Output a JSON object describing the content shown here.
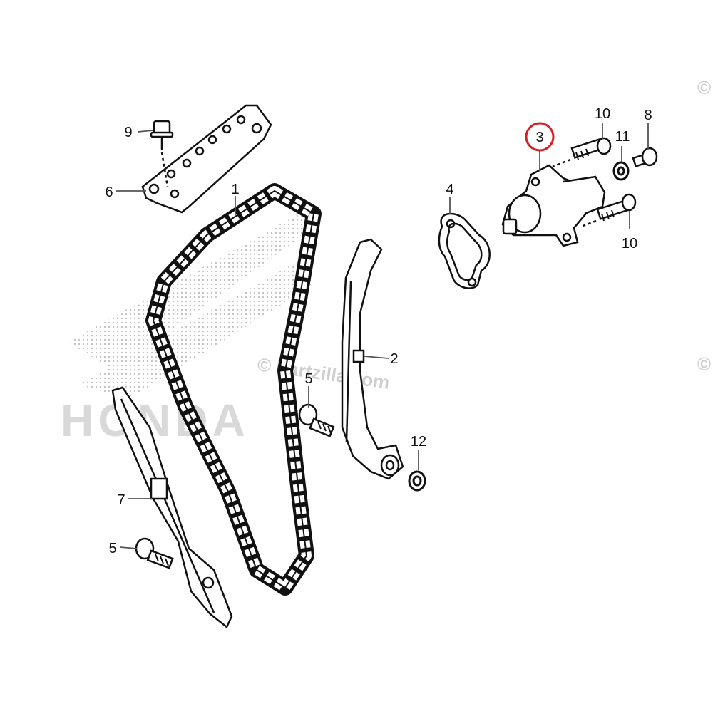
{
  "watermark": {
    "text": "© Partzilla.com"
  },
  "background_logo": {
    "text": "HONDA",
    "color": "#d9d9d9"
  },
  "highlight": {
    "part": "3",
    "color": "#d61f26"
  },
  "callouts": [
    {
      "id": "c1",
      "label": "1"
    },
    {
      "id": "c2",
      "label": "2"
    },
    {
      "id": "c3",
      "label": "3"
    },
    {
      "id": "c4",
      "label": "4"
    },
    {
      "id": "c5a",
      "label": "5"
    },
    {
      "id": "c5b",
      "label": "5"
    },
    {
      "id": "c6",
      "label": "6"
    },
    {
      "id": "c7",
      "label": "7"
    },
    {
      "id": "c8",
      "label": "8"
    },
    {
      "id": "c9",
      "label": "9"
    },
    {
      "id": "c10a",
      "label": "10"
    },
    {
      "id": "c10b",
      "label": "10"
    },
    {
      "id": "c11",
      "label": "11"
    },
    {
      "id": "c12",
      "label": "12"
    }
  ],
  "parts": [
    {
      "label": "1",
      "icon": "cam-chain-icon"
    },
    {
      "label": "2",
      "icon": "chain-guide-icon"
    },
    {
      "label": "3",
      "icon": "tensioner-lifter-icon"
    },
    {
      "label": "4",
      "icon": "gasket-icon"
    },
    {
      "label": "5",
      "icon": "pivot-bolt-icon"
    },
    {
      "label": "6",
      "icon": "guide-plate-icon"
    },
    {
      "label": "7",
      "icon": "tensioner-arm-icon"
    },
    {
      "label": "8",
      "icon": "sealing-bolt-icon"
    },
    {
      "label": "9",
      "icon": "bolt-icon"
    },
    {
      "label": "10",
      "icon": "bolt-icon"
    },
    {
      "label": "11",
      "icon": "washer-icon"
    },
    {
      "label": "12",
      "icon": "washer-icon"
    }
  ]
}
